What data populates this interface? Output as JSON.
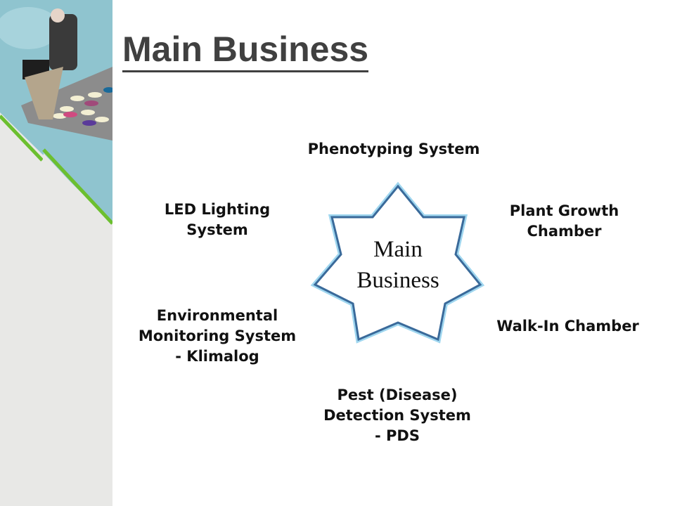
{
  "title": "Main Business",
  "center": "Main\nBusiness",
  "items": {
    "phenotyping": "Phenotyping System",
    "plant_growth": "Plant Growth\nChamber",
    "walk_in": "Walk-In Chamber",
    "pest": "Pest (Disease)\nDetection System\n- PDS",
    "environmental": "Environmental\nMonitoring System\n- Klimalog",
    "led": "LED Lighting\nSystem"
  },
  "colors": {
    "accent_green": "#6cbf2f",
    "star_stroke": "#3a6a9a",
    "title": "#404040"
  }
}
